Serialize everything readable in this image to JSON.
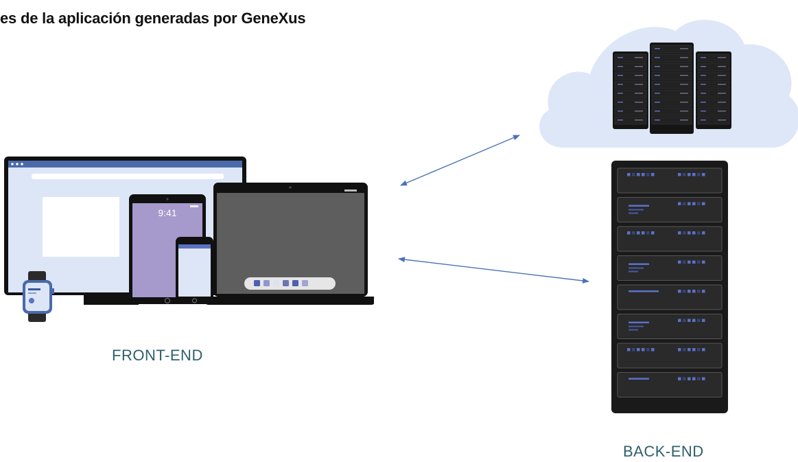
{
  "title": "es de la aplicación generadas por GeneXus",
  "frontend": {
    "label": "FRONT-END",
    "tablet_time": "9:41"
  },
  "backend": {
    "label": "BACK-END"
  },
  "colors": {
    "label": "#2e5f6b",
    "arrow": "#4a72b8",
    "cloud": "#dde7f7",
    "device_screen": "#dde6f7",
    "device_frame": "#111111",
    "tablet_screen": "#a699cc",
    "laptop_screen": "#5e5e5e",
    "rack_body": "#1c1c1c",
    "rack_led": "#5a72c8"
  },
  "icons": [
    "cloud-icon",
    "server-cluster-icon",
    "server-rack-icon",
    "monitor-icon",
    "tablet-icon",
    "phone-icon",
    "laptop-icon",
    "smartwatch-icon"
  ]
}
